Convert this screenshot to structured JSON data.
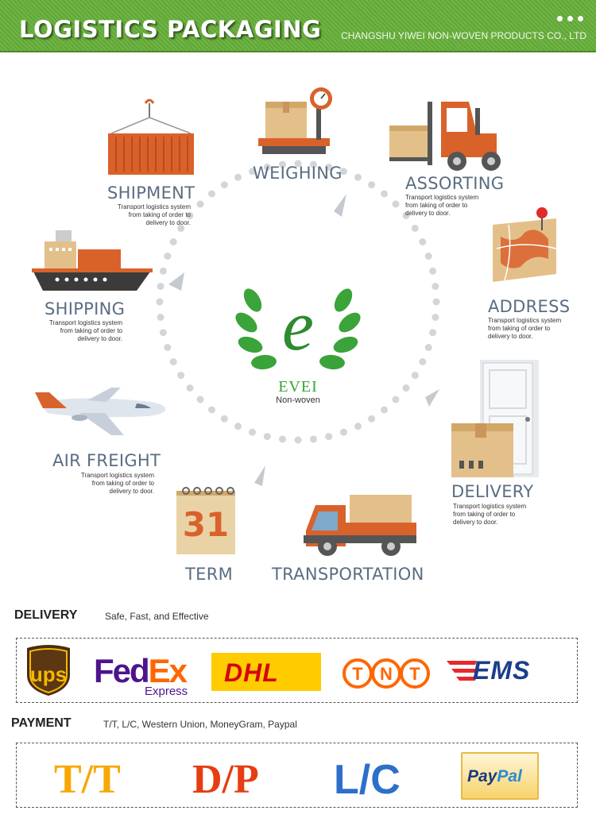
{
  "header": {
    "title": "LOGISTICS PACKAGING",
    "company": "CHANGSHU YIWEI NON-WOVEN PRODUCTS CO., LTD"
  },
  "logo": {
    "name": "EVEI",
    "sub": "Non-woven",
    "letter": "e"
  },
  "nodes": {
    "shipment": {
      "label": "SHIPMENT",
      "desc": "Transport logistics system\nfrom taking of order to\ndelivery to door."
    },
    "weighing": {
      "label": "WEIGHING"
    },
    "assorting": {
      "label": "ASSORTING",
      "desc": "Transport logistics system\nfrom taking of order to\ndelivery to door."
    },
    "address": {
      "label": "ADDRESS",
      "desc": "Transport logistics system\nfrom taking of order to\ndelivery to door."
    },
    "delivery": {
      "label": "DELIVERY",
      "desc": "Transport logistics system\nfrom taking of order to\ndelivery to door."
    },
    "transportation": {
      "label": "TRANSPORTATION"
    },
    "term": {
      "label": "TERM",
      "calendar_day": "31"
    },
    "air_freight": {
      "label": "AIR FREIGHT",
      "desc": "Transport logistics system\nfrom taking of order to\ndelivery to door."
    },
    "shipping": {
      "label": "SHIPPING",
      "desc": "Transport logistics system\nfrom taking of order to\ndelivery to door."
    }
  },
  "delivery_section": {
    "title": "DELIVERY",
    "subtitle": "Safe, Fast, and Effective",
    "carriers": {
      "ups": "ups",
      "fedex_fe": "Fed",
      "fedex_ex": "Ex",
      "fedex_sub": "Express",
      "dhl": "DHL",
      "tnt": [
        "T",
        "N",
        "T"
      ],
      "ems": "EMS"
    }
  },
  "payment_section": {
    "title": "PAYMENT",
    "subtitle": "T/T, L/C, Western Union, MoneyGram, Paypal",
    "methods": {
      "tt": "T/T",
      "dp": "D/P",
      "lc": "L/C",
      "paypal_pay": "Pay",
      "paypal_pal": "Pal"
    }
  },
  "colors": {
    "header_green": "#62a639",
    "label_gray_blue": "#5a6d82",
    "container_orange": "#d9622b",
    "box_tan": "#e3c08a",
    "logo_green": "#3aa339",
    "ring_dots": "#d3d6d9"
  }
}
